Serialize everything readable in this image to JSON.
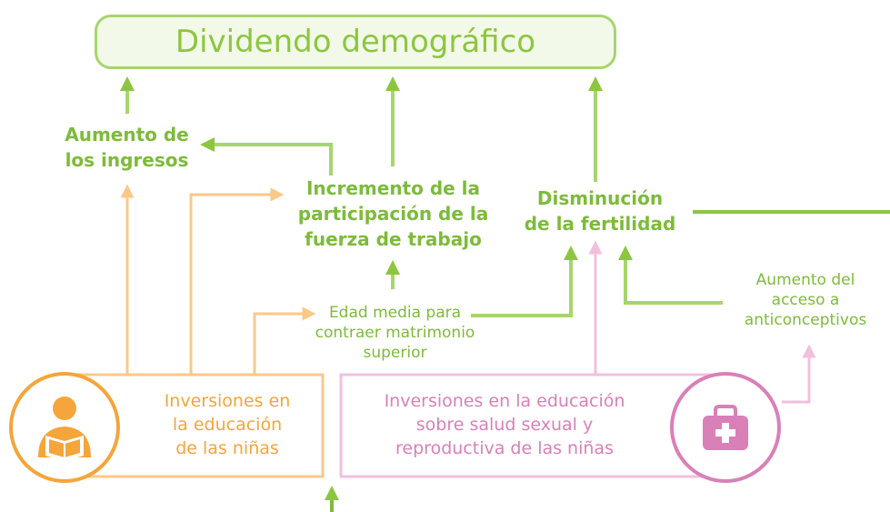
{
  "title": "Dividendo demográfico",
  "nodes": {
    "income": "Aumento de\nlos ingresos",
    "workforce": "Incremento de la\nparticipación de la\nfuerza de trabajo",
    "fertility": "Disminución\nde la fertilidad",
    "marriage_age": "Edad media para\ncontraer matrimonio\nsuperior",
    "contraceptives": "Aumento del\nacceso a\nanticonceptivos",
    "girls_education": "Inversiones en\nla educación\nde las niñas",
    "sexual_health_education": "Inversiones en la educación\nsobre salud sexual y\nreproductiva de las niñas"
  },
  "icons": {
    "girls_education": "girl-reading-book-icon",
    "sexual_health_education": "first-aid-kit-icon"
  },
  "colors": {
    "green": "#8cc63f",
    "green_text": "#7dbb3a",
    "orange": "#f5a53a",
    "orange_light": "#fbc888",
    "pink": "#d980b8",
    "pink_light": "#f0c0de"
  }
}
